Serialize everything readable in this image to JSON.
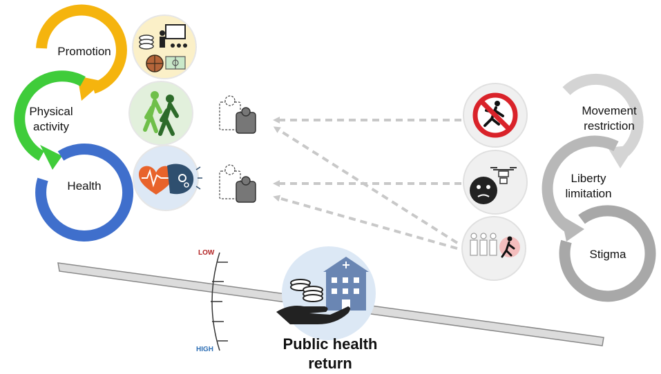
{
  "left_cycle": {
    "labels": [
      "Promotion",
      "Physical",
      "activity",
      "Health"
    ],
    "colors": {
      "promotion": "#f5b40e",
      "physical_activity": "#3fcc3a",
      "health": "#3f6fcc"
    }
  },
  "right_cycle": {
    "labels": [
      "Movement",
      "restriction",
      "Liberty",
      "limitation",
      "Stigma"
    ],
    "colors": {
      "movement": "#d4d4d4",
      "liberty": "#b8b8b8",
      "stigma": "#a8a8a8"
    }
  },
  "icons": {
    "promotion": "teacher-coins-sports-icon",
    "activity": "walking-people-icon",
    "health": "heart-brain-icon",
    "no_running": "no-running-icon",
    "drone": "drone-surveillance-icon",
    "stigma": "isolated-person-icon",
    "puzzle": "puzzle-piece-icon",
    "public_health": "hand-coins-hospital-icon"
  },
  "scale": {
    "low": "LOW",
    "high": "HIGH"
  },
  "center": {
    "line1": "Public health",
    "line2": "return"
  },
  "colors": {
    "arrow_dashed": "#c8c8c8",
    "low": "#b22222",
    "high": "#2e6fb5",
    "center_circle": "#dce8f5"
  }
}
